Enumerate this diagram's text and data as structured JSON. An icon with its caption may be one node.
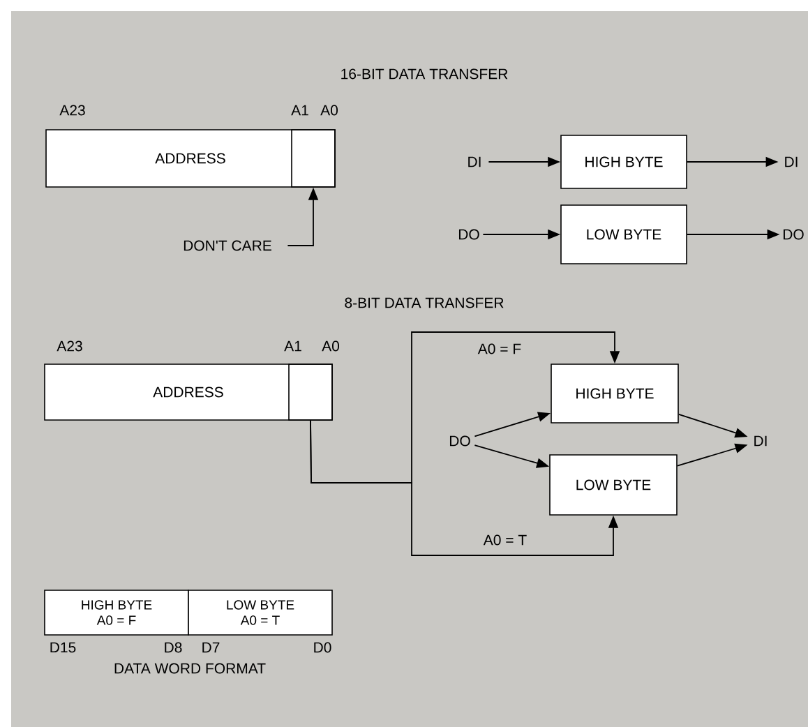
{
  "diagram": {
    "nodes": [
      {
        "text": [
          "ADDRESS"
        ]
      },
      {
        "text": [],
        "shape": "box",
        "in": 0
      },
      {
        "text": [
          "DON'T CARE"
        ]
      },
      {
        "text": [
          "DI"
        ]
      },
      {
        "text": [
          "HIGH BYTE"
        ]
      },
      {
        "text": [
          "DI"
        ]
      },
      {
        "text": [
          "DO"
        ]
      },
      {
        "text": [
          "LOW BYTE"
        ]
      },
      {
        "text": [
          "DO"
        ]
      },
      {
        "text": [
          "ADDRESS"
        ]
      },
      {
        "text": [],
        "shape": "box",
        "in": 9
      },
      {
        "text": [
          "HIGH BYTE"
        ]
      },
      {
        "text": [
          "LOW BYTE"
        ]
      },
      {
        "text": [
          "DO"
        ]
      },
      {
        "text": [
          "DI"
        ]
      },
      {
        "text": [
          "HIGH BYTE",
          "A0 = F"
        ]
      },
      {
        "text": [
          "LOW BYTE",
          "A0 = T"
        ]
      }
    ],
    "edges": [
      {
        "from": 2,
        "to": 1,
        "arrow": "to"
      },
      {
        "from": 3,
        "to": 4,
        "arrow": "to"
      },
      {
        "from": 4,
        "to": 5,
        "arrow": "to"
      },
      {
        "from": 6,
        "to": 7,
        "arrow": "to"
      },
      {
        "from": 7,
        "to": 8,
        "arrow": "to"
      },
      {
        "from": 10,
        "to": 11,
        "arrow": "to",
        "label": "A0 = F"
      },
      {
        "from": 10,
        "to": 12,
        "arrow": "to",
        "label": "A0 = T"
      },
      {
        "from": 13,
        "to": 11,
        "arrow": "to"
      },
      {
        "from": 13,
        "to": 12,
        "arrow": "to"
      },
      {
        "from": 11,
        "to": 14,
        "arrow": "to"
      },
      {
        "from": 12,
        "to": 14,
        "arrow": "to"
      }
    ],
    "labels": [
      "16-BIT DATA TRANSFER",
      "A23",
      "A1",
      "A0",
      "8-BIT DATA TRANSFER",
      "A23",
      "A1",
      "A0",
      "D15",
      "D8",
      "D7",
      "D0",
      "DATA WORD FORMAT"
    ]
  }
}
